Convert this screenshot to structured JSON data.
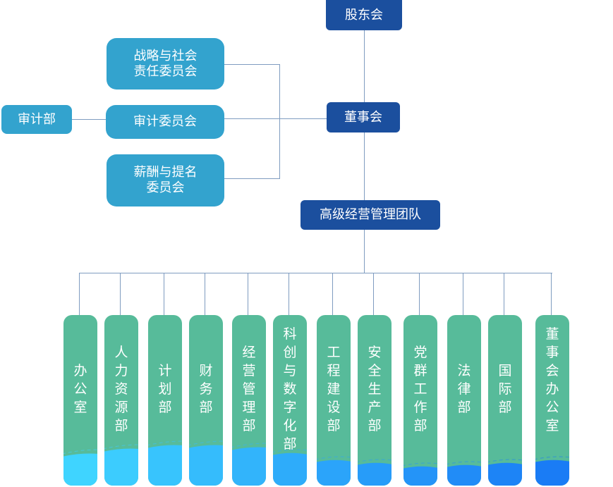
{
  "top_nodes": {
    "shareholders": "股东会",
    "board": "董事会",
    "management": "高级经营管理团队"
  },
  "committees": [
    {
      "line1": "战略与社会",
      "line2": "责任委员会"
    },
    {
      "line1": "审计委员会",
      "line2": ""
    },
    {
      "line1": "薪酬与提名",
      "line2": "委员会"
    }
  ],
  "audit_dept": "审计部",
  "departments": [
    {
      "name": "办公室",
      "fill": 0.16
    },
    {
      "name": "人力资源部",
      "fill": 0.19
    },
    {
      "name": "计划部",
      "fill": 0.21
    },
    {
      "name": "财务部",
      "fill": 0.21
    },
    {
      "name": "经营管理部",
      "fill": 0.2
    },
    {
      "name": "科创与数字化部",
      "fill": 0.17
    },
    {
      "name": "工程建设部",
      "fill": 0.13
    },
    {
      "name": "安全生产部",
      "fill": 0.11
    },
    {
      "name": "党群工作部",
      "fill": 0.09
    },
    {
      "name": "法律部",
      "fill": 0.1
    },
    {
      "name": "国际部",
      "fill": 0.11
    },
    {
      "name": "董事会办公室",
      "fill": 0.13
    }
  ],
  "colors": {
    "dark_node": "#1b4f9e",
    "light_node": "#33a3ce",
    "card": "#57bb9a",
    "connector": "#7f9cc0",
    "wave_start": "#3fd4ff",
    "wave_end": "#1a7cf5"
  }
}
